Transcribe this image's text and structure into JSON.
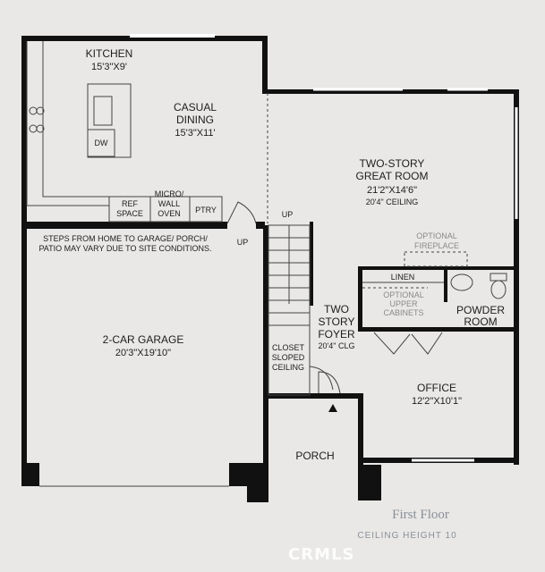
{
  "rooms": {
    "kitchen": {
      "name": "KITCHEN",
      "dims": "15'3\"X9'"
    },
    "casual_dining": {
      "name_line1": "CASUAL",
      "name_line2": "DINING",
      "dims": "15'3\"X11'"
    },
    "great_room": {
      "name_line1": "TWO-STORY",
      "name_line2": "GREAT ROOM",
      "dims": "21'2\"X14'6\"",
      "ceiling": "20'4\" CEILING"
    },
    "garage": {
      "name": "2-CAR GARAGE",
      "dims": "20'3\"X19'10\""
    },
    "foyer": {
      "name_line1": "TWO",
      "name_line2": "STORY",
      "name_line3": "FOYER",
      "ceiling": "20'4\" CLG"
    },
    "office": {
      "name": "OFFICE",
      "dims": "12'2\"X10'1\""
    },
    "powder_room": {
      "name_line1": "POWDER",
      "name_line2": "ROOM"
    },
    "porch": {
      "name": "PORCH"
    }
  },
  "fixtures": {
    "dw": "DW",
    "ref_line1": "REF",
    "ref_line2": "SPACE",
    "micro_line1": "MICRO/",
    "micro_line2": "WALL",
    "micro_line3": "OVEN",
    "ptry": "PTRY",
    "linen": "LINEN",
    "closet_line1": "CLOSET",
    "closet_line2": "SLOPED",
    "closet_line3": "CEILING"
  },
  "notes": {
    "up_stairs": "UP",
    "up_garage": "UP",
    "garage_steps_line1": "STEPS FROM HOME TO GARAGE/ PORCH/",
    "garage_steps_line2": "PATIO MAY VARY DUE TO SITE CONDITIONS.",
    "fireplace_line1": "OPTIONAL",
    "fireplace_line2": "FIREPLACE",
    "cabinets_line1": "OPTIONAL",
    "cabinets_line2": "UPPER",
    "cabinets_line3": "CABINETS"
  },
  "footer": {
    "title": "First Floor",
    "ceiling_height": "CEILING HEIGHT 10",
    "watermark": "CRMLS"
  },
  "colors": {
    "background": "#e9e8e6",
    "wall": "#111111",
    "thin_line": "#444444",
    "note_gray": "#8a8a8a"
  }
}
